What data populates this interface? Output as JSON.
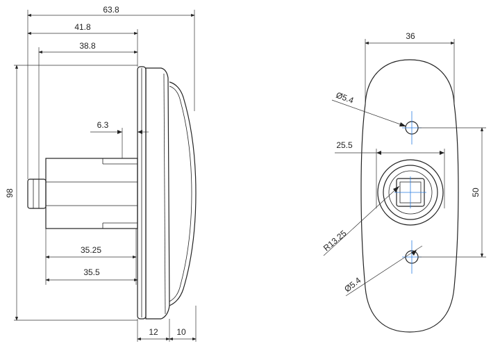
{
  "side_view": {
    "dim_overall_depth": "63.8",
    "dim_depth_a": "41.8",
    "dim_depth_b": "38.8",
    "dim_flange_gap": "6.3",
    "dim_height": "98",
    "dim_body_a": "35.25",
    "dim_body_b": "35.5",
    "dim_flange": "12",
    "dim_cover": "10"
  },
  "front_view": {
    "dim_width": "36",
    "dim_hole_top": "Ø5.4",
    "dim_boss_width": "25.5",
    "dim_hole_spacing": "50",
    "dim_radius": "R13.25",
    "dim_hole_bottom": "Ø5.4"
  },
  "colors": {
    "outline": "#222222",
    "centerline": "#2a7de1"
  }
}
